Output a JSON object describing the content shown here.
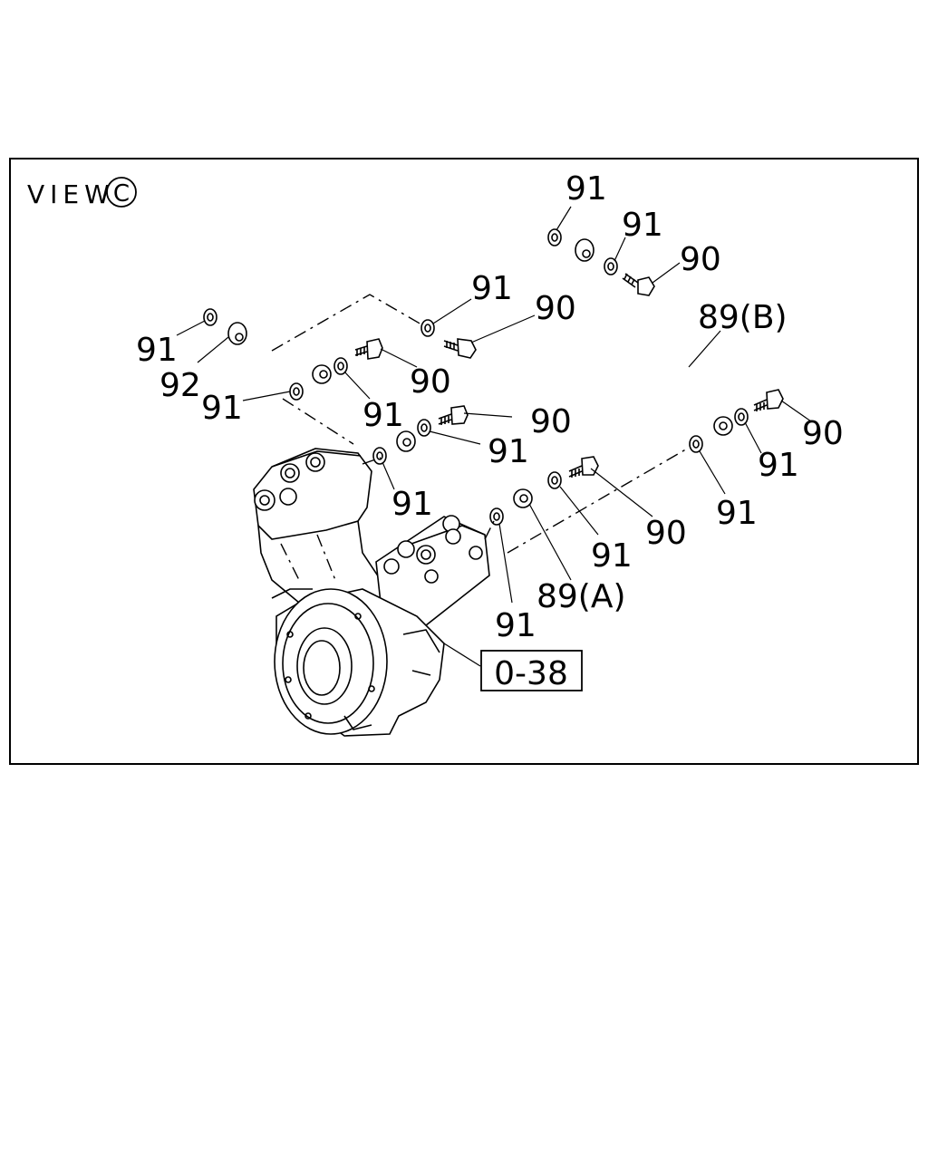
{
  "view": {
    "prefix": "VIEW",
    "letter": "C"
  },
  "reference_box": "0-38",
  "callouts": {
    "c1": "91",
    "c2": "91",
    "c3": "90",
    "c4": "89(B)",
    "c5": "91",
    "c6": "90",
    "c7": "91",
    "c8": "92",
    "c9": "91",
    "c10": "90",
    "c11": "91",
    "c12": "90",
    "c13": "91",
    "c14": "90",
    "c15": "91",
    "c16": "91",
    "c17": "91",
    "c18": "91",
    "c19": "90",
    "c20": "89(A)",
    "c21": "91"
  }
}
